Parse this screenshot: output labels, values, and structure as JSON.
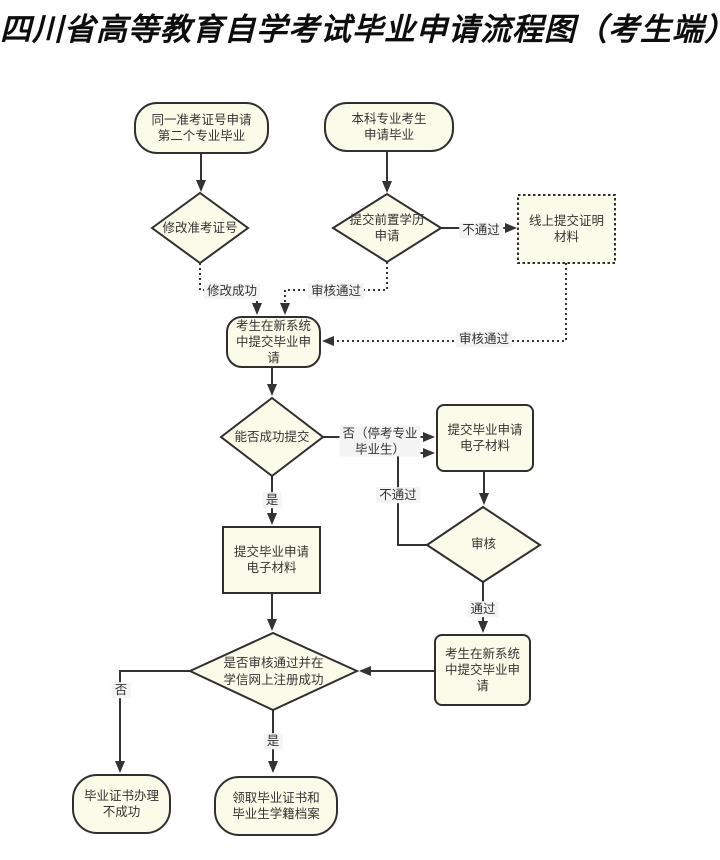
{
  "title": "四川省高等教育自学考试毕业申请流程图（考生端）",
  "colors": {
    "node_fill": "#FBFBE9",
    "node_border": "#2F2F2F",
    "line": "#333333",
    "label_bg": "#F4F4F4",
    "text": "#333333",
    "background": "#FFFFFF"
  },
  "nodes": {
    "same_ticket": {
      "text": "同一准考证号申请\n第二个专业毕业"
    },
    "bachelor_apply": {
      "text": "本科专业考生\n申请毕业"
    },
    "modify_ticket": {
      "text": "修改准考证号"
    },
    "prior_education": {
      "text": "提交前置学历\n申请"
    },
    "online_proof": {
      "text": "线上提交证明\n材料"
    },
    "submit_new_system_1": {
      "text": "考生在新系统\n中提交毕业申\n请"
    },
    "can_submit": {
      "text": "能否成功提交"
    },
    "submit_materials_right": {
      "text": "提交毕业申请\n电子材料"
    },
    "review": {
      "text": "审核"
    },
    "submit_new_system_2": {
      "text": "考生在新系统\n中提交毕业申\n请"
    },
    "submit_materials_left": {
      "text": "提交毕业申请\n电子材料"
    },
    "final_check": {
      "text": "是否审核通过并在\n学信网上注册成功"
    },
    "cert_fail": {
      "text": "毕业证书办理\n不成功"
    },
    "receive_cert": {
      "text": "领取毕业证书和\n毕业生学籍档案"
    }
  },
  "edge_labels": {
    "modify_success": "修改成功",
    "review_pass_top": "审核通过",
    "not_pass_top": "不通过",
    "review_pass_proof": "审核通过",
    "no_suspended": "否（停考专业\n毕业生）",
    "not_pass_review": "不通过",
    "yes_submit": "是",
    "pass": "通过",
    "no_final": "否",
    "yes_final": "是"
  }
}
